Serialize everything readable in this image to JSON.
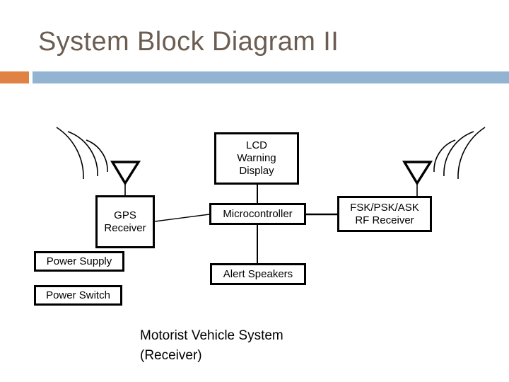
{
  "slide": {
    "title": "System Block Diagram II",
    "accent_colors": {
      "orange": "#df8244",
      "blue": "#92b4d2",
      "title_text": "#6b5d51",
      "diagram_stroke": "#000000",
      "background": "#ffffff"
    }
  },
  "diagram": {
    "caption": "Motorist Vehicle System\n(Receiver)",
    "blocks": [
      {
        "id": "lcd-warning-display",
        "label": "LCD\nWarning\nDisplay"
      },
      {
        "id": "gps-receiver",
        "label": "GPS\nReceiver"
      },
      {
        "id": "microcontroller",
        "label": "Microcontroller"
      },
      {
        "id": "rf-receiver",
        "label": "FSK/PSK/ASK\nRF Receiver"
      },
      {
        "id": "power-supply",
        "label": "Power Supply"
      },
      {
        "id": "alert-speakers",
        "label": "Alert Speakers"
      },
      {
        "id": "power-switch",
        "label": "Power Switch"
      }
    ],
    "antennas": [
      {
        "id": "gps-antenna",
        "attached_to": "gps-receiver",
        "waves": 3,
        "direction": "upper-left"
      },
      {
        "id": "rf-antenna",
        "attached_to": "rf-receiver",
        "waves": 3,
        "direction": "upper-right"
      }
    ],
    "connections": [
      {
        "from": "lcd-warning-display",
        "to": "microcontroller"
      },
      {
        "from": "gps-receiver",
        "to": "microcontroller"
      },
      {
        "from": "microcontroller",
        "to": "rf-receiver"
      },
      {
        "from": "microcontroller",
        "to": "alert-speakers"
      }
    ]
  }
}
